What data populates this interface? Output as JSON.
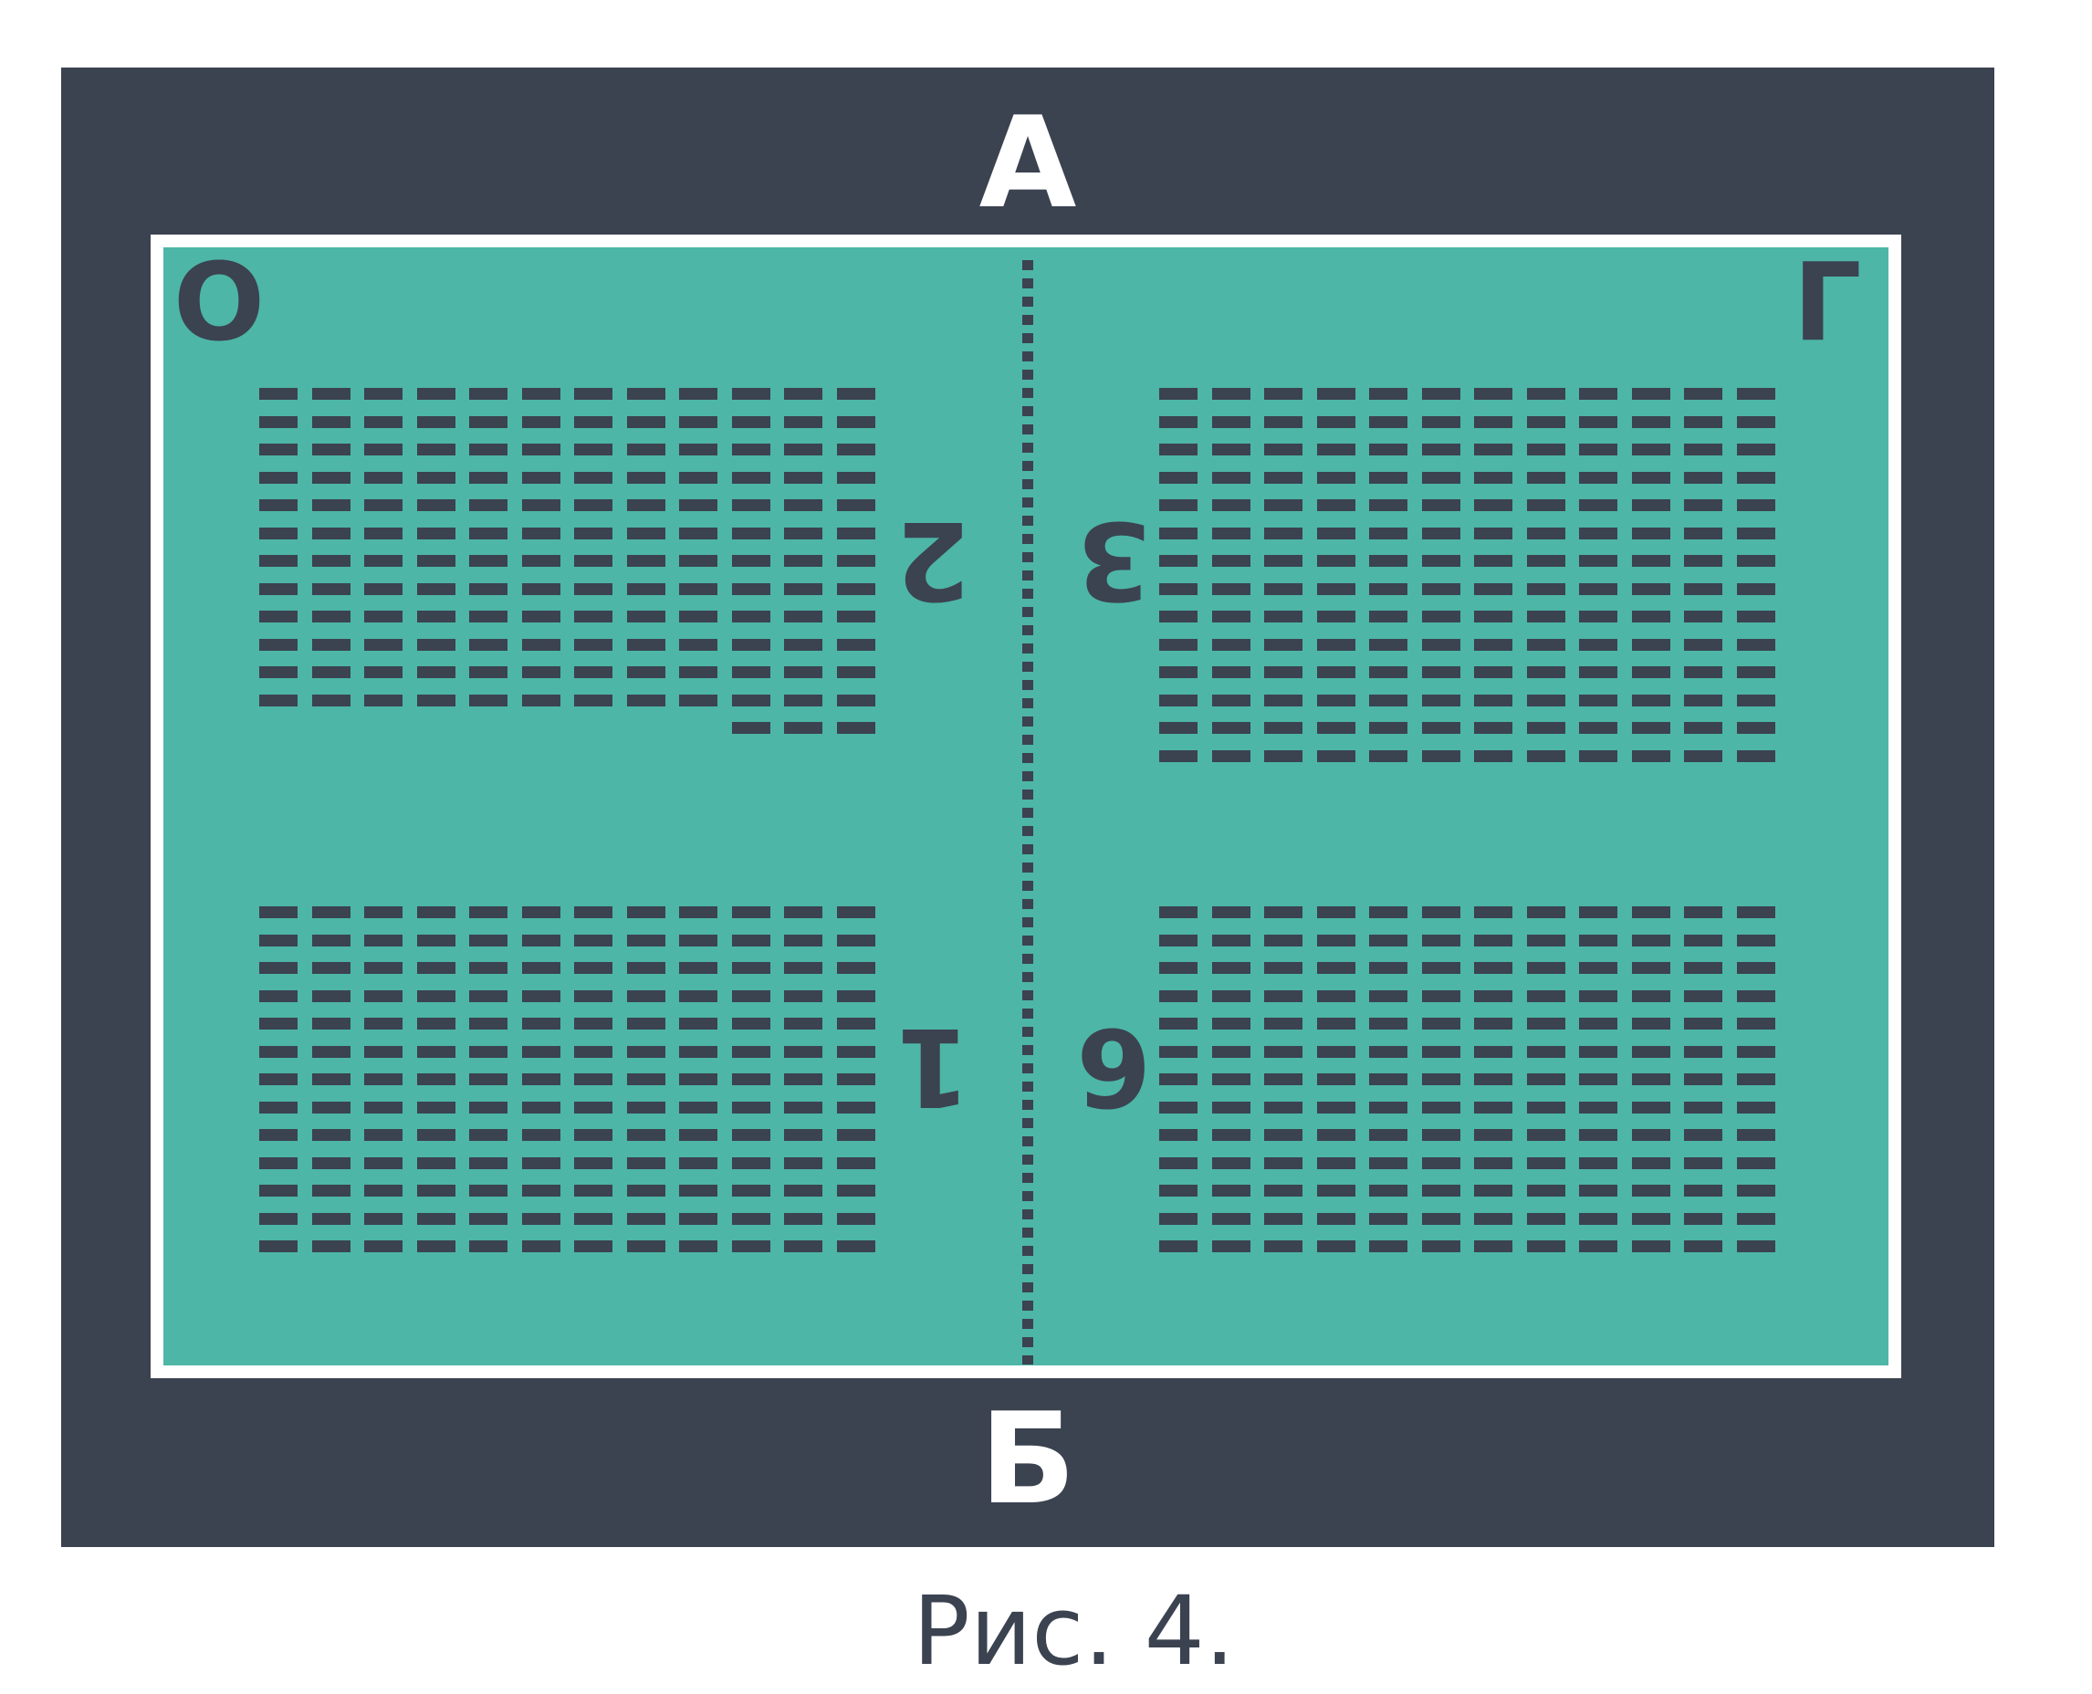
{
  "colors": {
    "frame": "#3b4250",
    "field": "#4db6a6",
    "line": "#ffffff",
    "ink": "#3b4250"
  },
  "labels": {
    "top": "А",
    "bottom": "Б",
    "corner_left": "О",
    "corner_right": "Г"
  },
  "sections": [
    {
      "id": "top-left",
      "number": "2",
      "rows": 13,
      "cols": 12,
      "last_row_cols": 3
    },
    {
      "id": "top-right",
      "number": "3",
      "rows": 14,
      "cols": 12,
      "last_row_cols": 12
    },
    {
      "id": "bottom-left",
      "number": "1",
      "rows": 13,
      "cols": 12,
      "last_row_cols": 12
    },
    {
      "id": "bottom-right",
      "number": "6",
      "rows": 13,
      "cols": 12,
      "last_row_cols": 12
    }
  ],
  "caption": "Рис. 4."
}
